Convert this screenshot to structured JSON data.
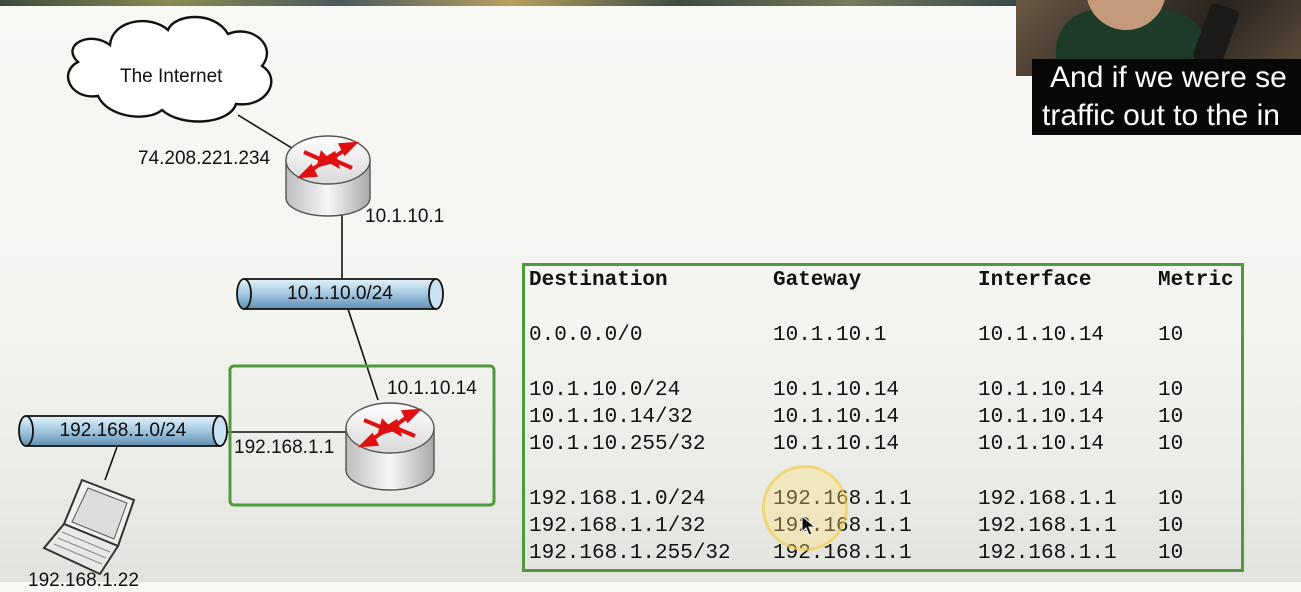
{
  "caption": {
    "line1": "And if we were se",
    "line2": "traffic out to the in"
  },
  "diagram": {
    "cloud_label": "The Internet",
    "router1": {
      "public_ip": "74.208.221.234",
      "lan_ip": "10.1.10.1"
    },
    "network1_label": "10.1.10.0/24",
    "router2": {
      "wan_ip": "10.1.10.14",
      "lan_ip": "192.168.1.1"
    },
    "network2_label": "192.168.1.0/24",
    "laptop_ip": "192.168.1.22"
  },
  "routing_table": {
    "headers": [
      "Destination",
      "Gateway",
      "Interface",
      "Metric"
    ],
    "rows": [
      [
        "0.0.0.0/0",
        "10.1.10.1",
        "10.1.10.14",
        "10"
      ],
      [
        "10.1.10.0/24",
        "10.1.10.14",
        "10.1.10.14",
        "10"
      ],
      [
        "10.1.10.14/32",
        "10.1.10.14",
        "10.1.10.14",
        "10"
      ],
      [
        "10.1.10.255/32",
        "10.1.10.14",
        "10.1.10.14",
        "10"
      ],
      [
        "192.168.1.0/24",
        "192.168.1.1",
        "192.168.1.1",
        "10"
      ],
      [
        "192.168.1.1/32",
        "192.168.1.1",
        "192.168.1.1",
        "10"
      ],
      [
        "192.168.1.255/32",
        "192.168.1.1",
        "192.168.1.1",
        "10"
      ]
    ]
  },
  "colors": {
    "table_border": "#4f9a3a",
    "pipe_fill": "#a9cce3",
    "router_arrows": "#e01010",
    "caption_bg": "#080808"
  }
}
